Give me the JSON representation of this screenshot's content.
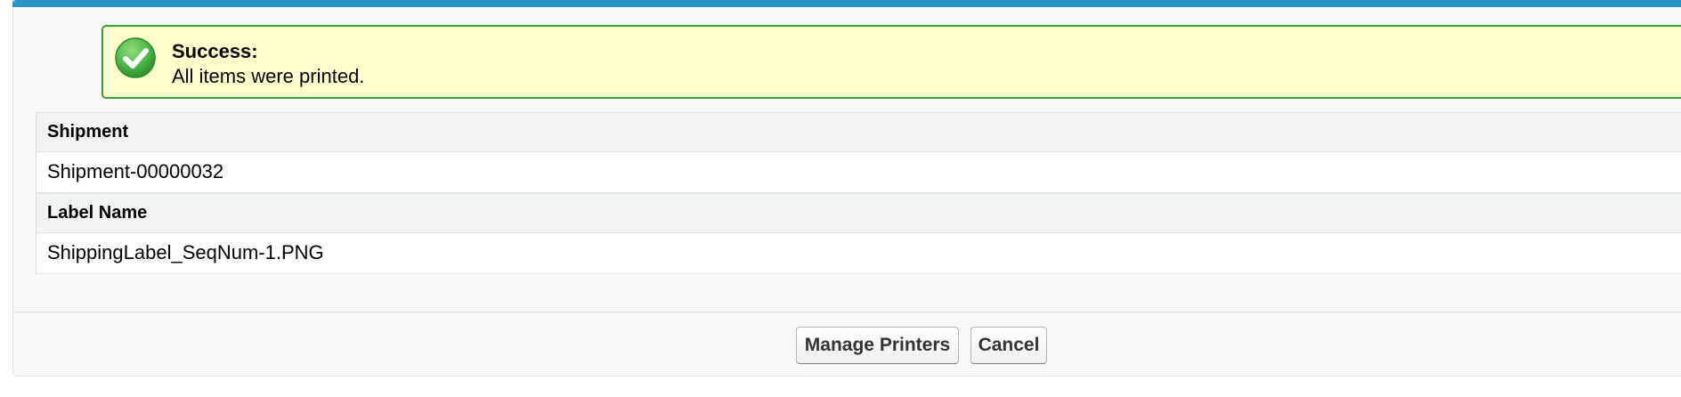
{
  "message": {
    "type": "success",
    "icon": "check-circle-icon",
    "title": "Success:",
    "text": "All items were printed.",
    "colors": {
      "border": "#39a33e",
      "background": "#ffffcc",
      "icon": "#4fb84a"
    }
  },
  "accent_color": "#2a94c5",
  "fields": [
    {
      "label": "Shipment",
      "value": "Shipment-00000032"
    },
    {
      "label": "Label Name",
      "value": "ShippingLabel_SeqNum-1.PNG"
    }
  ],
  "buttons": {
    "manage_printers": "Manage Printers",
    "cancel": "Cancel"
  }
}
